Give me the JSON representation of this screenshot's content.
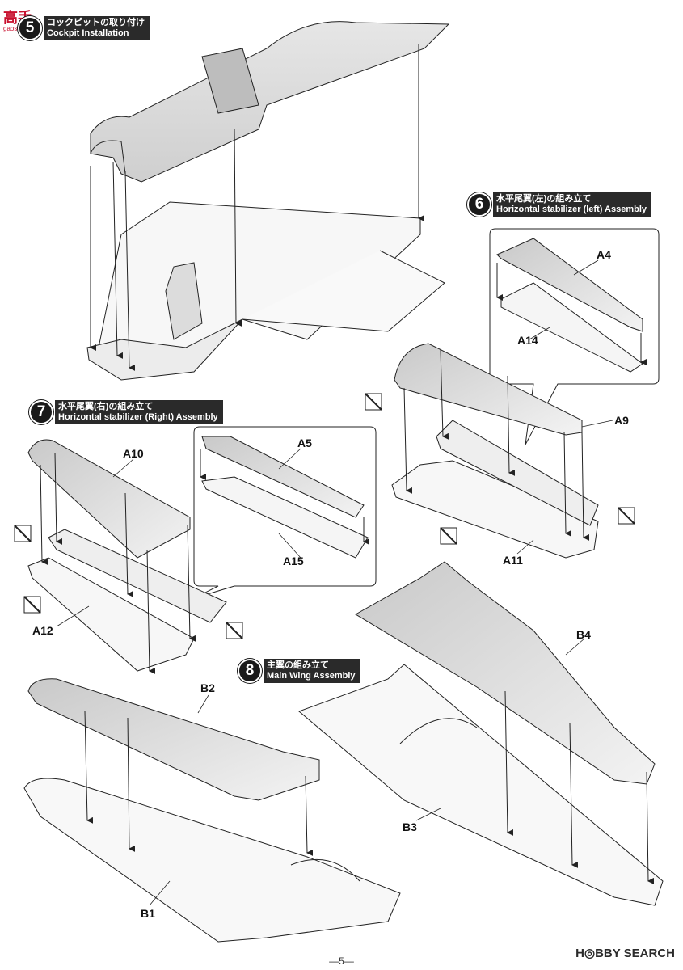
{
  "steps": {
    "s5": {
      "num": "5",
      "jp": "コックピットの取り付け",
      "en": "Cockpit Installation"
    },
    "s6": {
      "num": "6",
      "jp": "水平尾翼(左)の組み立て",
      "en": "Horizontal stabilizer (left) Assembly"
    },
    "s7": {
      "num": "7",
      "jp": "水平尾翼(右)の組み立て",
      "en": "Horizontal stabilizer (Right) Assembly"
    },
    "s8": {
      "num": "8",
      "jp": "主翼の組み立て",
      "en": "Main Wing Assembly"
    }
  },
  "parts": {
    "A4": "A4",
    "A14": "A14",
    "A9": "A9",
    "A11": "A11",
    "A10": "A10",
    "A12": "A12",
    "A5": "A5",
    "A15": "A15",
    "B2": "B2",
    "B1": "B1",
    "B4": "B4",
    "B3": "B3"
  },
  "watermark_top": "高手",
  "watermark_top_url": "gaoshou.com",
  "watermark_bottom": "H◎BBY SEARCH",
  "page_number": "—5—"
}
